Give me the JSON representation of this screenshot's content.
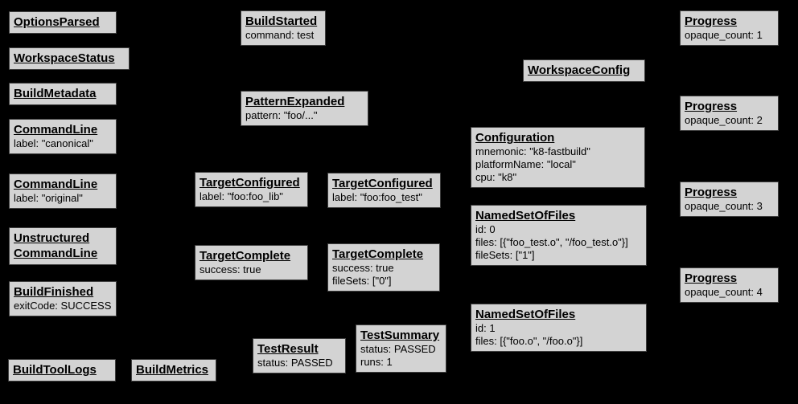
{
  "diagram": {
    "description": "Build event protocol graph",
    "background_color": "#000000",
    "node_fill_color": "#d3d3d3",
    "node_border_color": "#3f3f3f",
    "text_color": "#000000"
  },
  "nodes": [
    {
      "title": "OptionsParsed",
      "lines": []
    },
    {
      "title": "WorkspaceStatus",
      "lines": []
    },
    {
      "title": "BuildMetadata",
      "lines": []
    },
    {
      "title": "CommandLine",
      "lines": [
        "label: \"canonical\""
      ]
    },
    {
      "title": "CommandLine",
      "lines": [
        "label: \"original\""
      ]
    },
    {
      "title": "Unstructured CommandLine",
      "lines": []
    },
    {
      "title": "BuildFinished",
      "lines": [
        "exitCode: SUCCESS"
      ]
    },
    {
      "title": "BuildToolLogs",
      "lines": []
    },
    {
      "title": "BuildMetrics",
      "lines": []
    },
    {
      "title": "BuildStarted",
      "lines": [
        "command: test"
      ]
    },
    {
      "title": "PatternExpanded",
      "lines": [
        "pattern: \"foo/...\""
      ]
    },
    {
      "title": "TargetConfigured",
      "lines": [
        "label: \"foo:foo_lib\""
      ]
    },
    {
      "title": "TargetConfigured",
      "lines": [
        "label: \"foo:foo_test\""
      ]
    },
    {
      "title": "TargetComplete",
      "lines": [
        "success: true"
      ]
    },
    {
      "title": "TargetComplete",
      "lines": [
        "success: true",
        "fileSets: [\"0\"]"
      ]
    },
    {
      "title": "TestResult",
      "lines": [
        "status: PASSED"
      ]
    },
    {
      "title": "TestSummary",
      "lines": [
        "status: PASSED",
        "runs: 1"
      ]
    },
    {
      "title": "WorkspaceConfig",
      "lines": []
    },
    {
      "title": "Configuration",
      "lines": [
        "mnemonic: \"k8-fastbuild\"",
        "platformName: \"local\"",
        "cpu: \"k8\""
      ]
    },
    {
      "title": "NamedSetOfFiles",
      "lines": [
        "id: 0",
        "files: [{\"foo_test.o\", \"/foo_test.o\"}]",
        "fileSets: [\"1\"]"
      ]
    },
    {
      "title": "NamedSetOfFiles",
      "lines": [
        "id: 1",
        "files: [{\"foo.o\", \"/foo.o\"}]"
      ]
    },
    {
      "title": "Progress",
      "lines": [
        "opaque_count: 1"
      ]
    },
    {
      "title": "Progress",
      "lines": [
        "opaque_count: 2"
      ]
    },
    {
      "title": "Progress",
      "lines": [
        "opaque_count: 3"
      ]
    },
    {
      "title": "Progress",
      "lines": [
        "opaque_count: 4"
      ]
    }
  ]
}
